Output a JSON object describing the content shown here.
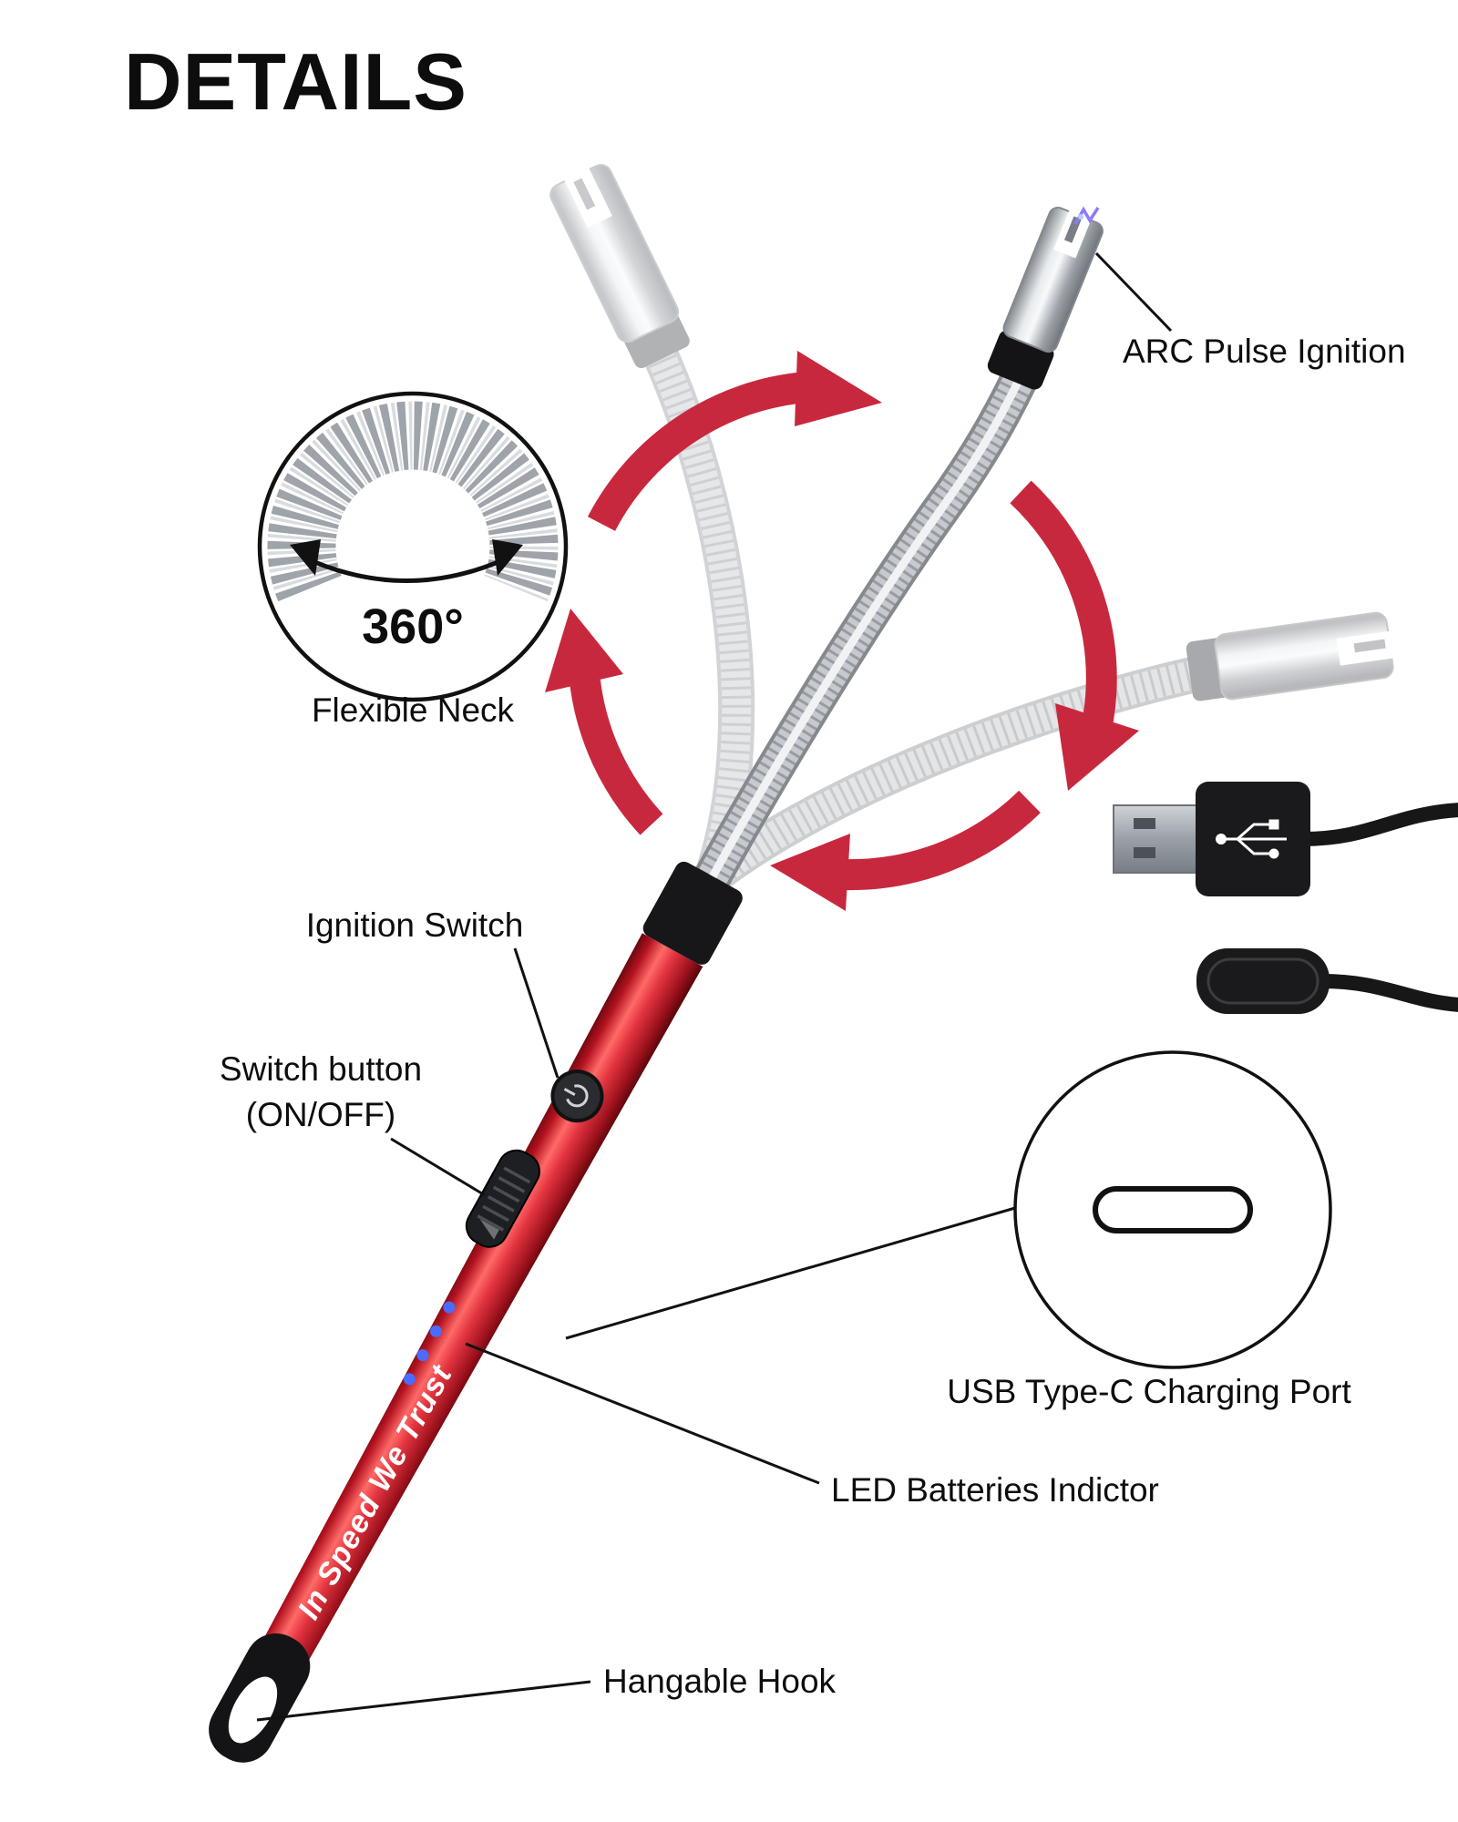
{
  "title": "DETAILS",
  "inset": {
    "rotation_label": "360°",
    "caption": "Flexible Neck"
  },
  "annotations": {
    "arc_pulse": "ARC Pulse Ignition",
    "ignition_switch": "Ignition Switch",
    "switch_button_line1": "Switch button",
    "switch_button_line2": "(ON/OFF)",
    "usb_port": "USB Type-C Charging Port",
    "led_indicator": "LED Batteries Indictor",
    "hangable_hook": "Hangable Hook"
  },
  "lighter": {
    "body_print": "In Speed We Trust"
  },
  "icons": {
    "rotation_arrows": "circular-rotation-arrows-icon",
    "usb_a": "usb-a-plug-icon",
    "usb_c": "usb-c-plug-icon",
    "usb_c_port": "usb-c-port-icon",
    "power": "power-icon"
  },
  "colors": {
    "accent_red": "#c8283e",
    "body_red": "#d61f2c",
    "led_blue": "#4a6bff",
    "chrome": "#bfc3c8",
    "ink": "#0d0d0d"
  }
}
